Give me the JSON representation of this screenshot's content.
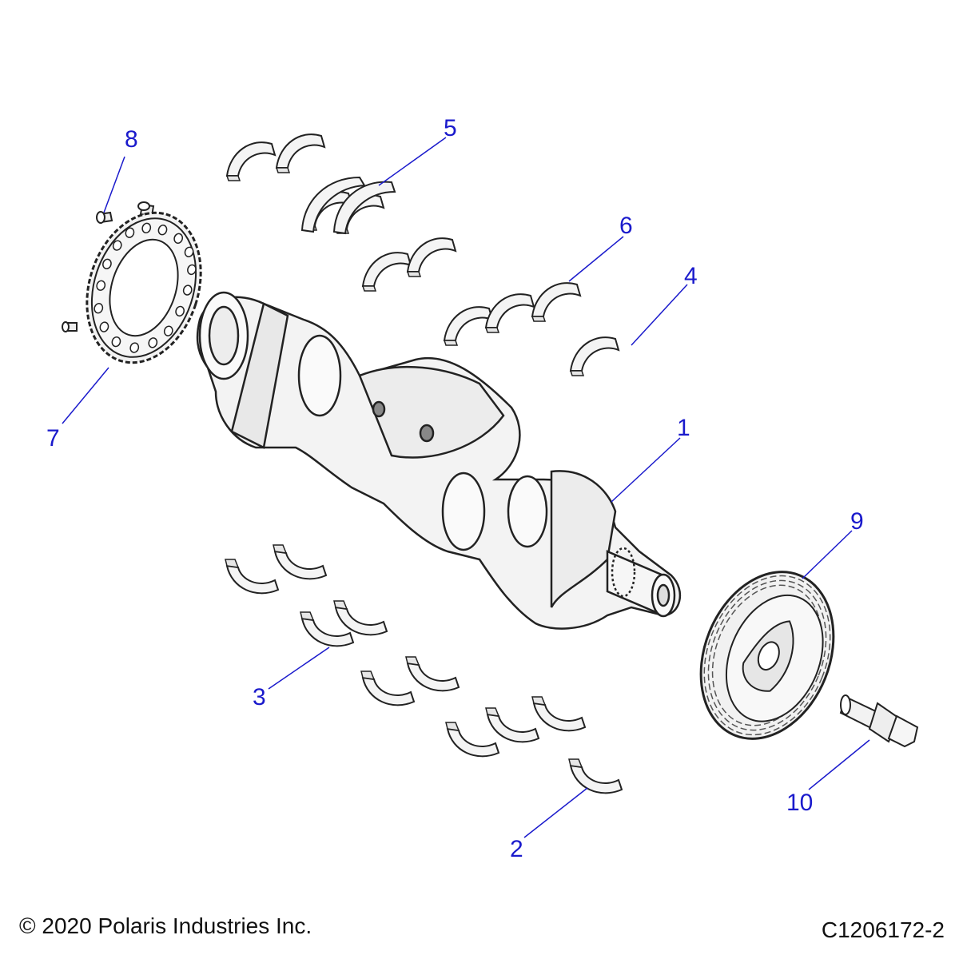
{
  "diagram": {
    "callouts": [
      {
        "id": "1",
        "label": "1"
      },
      {
        "id": "2",
        "label": "2"
      },
      {
        "id": "3",
        "label": "3"
      },
      {
        "id": "4",
        "label": "4"
      },
      {
        "id": "5",
        "label": "5"
      },
      {
        "id": "6",
        "label": "6"
      },
      {
        "id": "7",
        "label": "7"
      },
      {
        "id": "8",
        "label": "8"
      },
      {
        "id": "9",
        "label": "9"
      },
      {
        "id": "10",
        "label": "10"
      }
    ],
    "callout_color": "#1a1acc",
    "part_fill": "#f2f2f2",
    "part_stroke": "#222222"
  },
  "footer": {
    "copyright": "© 2020 Polaris Industries Inc.",
    "drawing_number": "C1206172-2"
  }
}
